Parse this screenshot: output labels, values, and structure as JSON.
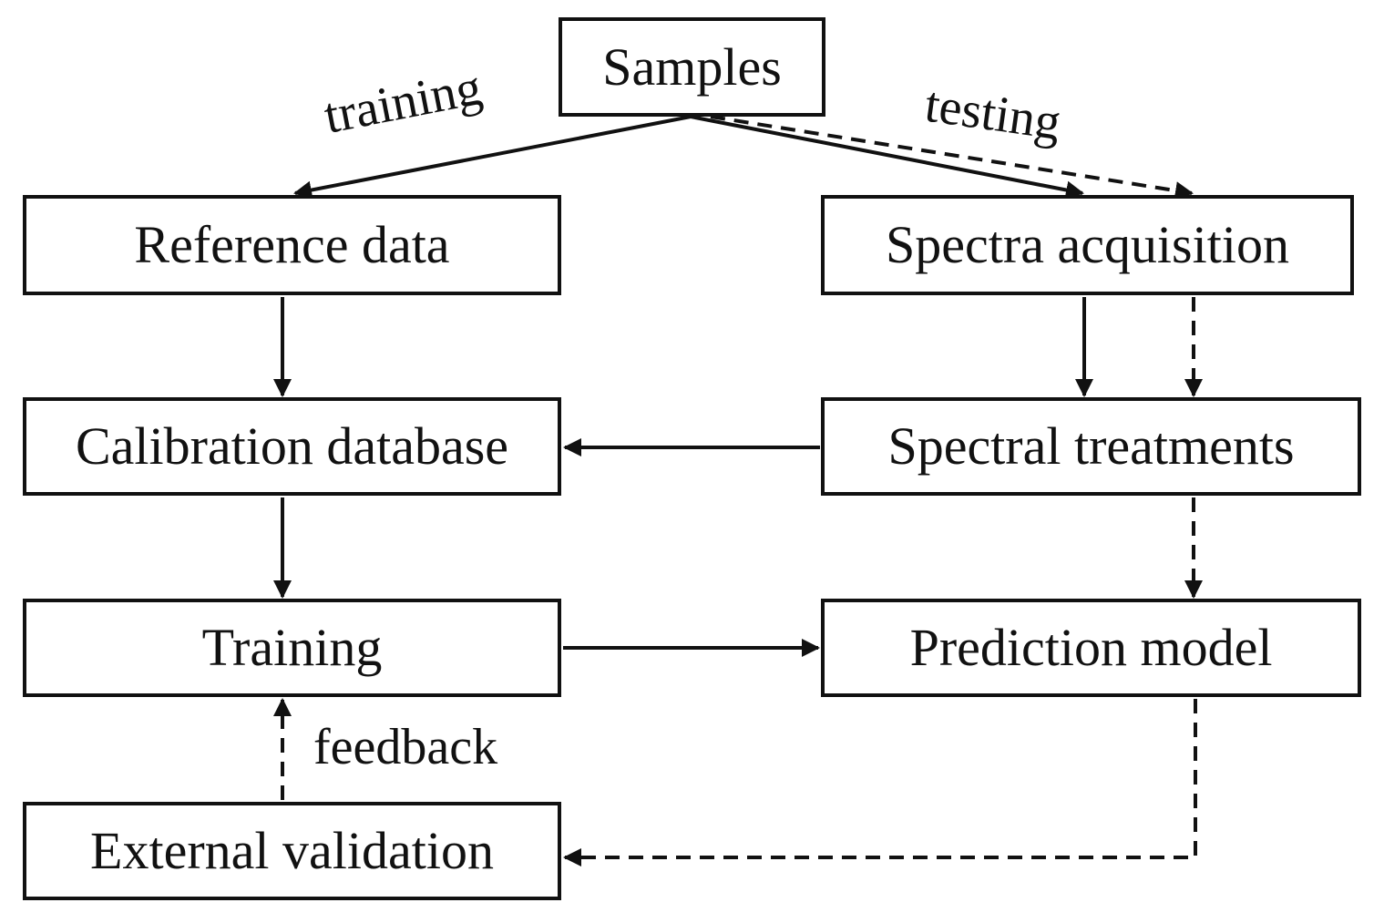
{
  "nodes": {
    "samples": "Samples",
    "reference_data": "Reference data",
    "spectra_acquisition": "Spectra acquisition",
    "calibration_database": "Calibration database",
    "spectral_treatments": "Spectral treatments",
    "training": "Training",
    "prediction_model": "Prediction model",
    "external_validation": "External validation"
  },
  "edge_labels": {
    "training": "training",
    "testing": "testing",
    "feedback": "feedback"
  },
  "colors": {
    "stroke": "#111111",
    "background": "#ffffff"
  }
}
